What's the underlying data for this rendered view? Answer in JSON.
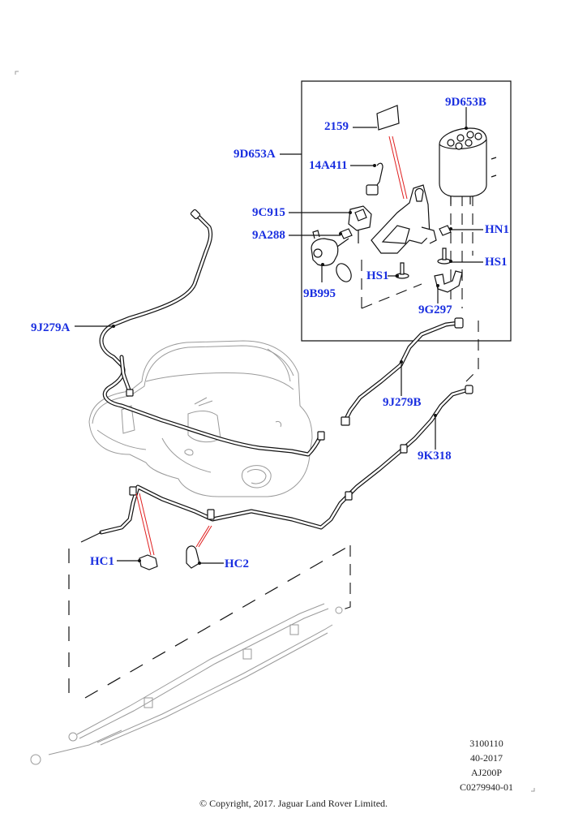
{
  "diagram": {
    "colors": {
      "callout": "#1a2fe0",
      "line": "#111111",
      "ghost": "#9a9a9a",
      "indicator": "#e02020"
    },
    "callouts": {
      "p2159": "2159",
      "p9D653B": "9D653B",
      "p9D653A": "9D653A",
      "p14A411": "14A411",
      "p9C915": "9C915",
      "p9A288": "9A288",
      "pHN1": "HN1",
      "pHS1_right": "HS1",
      "pHS1_left": "HS1",
      "p9B995": "9B995",
      "p9G297": "9G297",
      "p9J279A": "9J279A",
      "p9J279B": "9J279B",
      "p9K318": "9K318",
      "pHC1": "HC1",
      "pHC2": "HC2"
    },
    "reference": {
      "code": "3100110",
      "range": "40-2017",
      "engine": "AJ200P",
      "illustration_id": "C0279940-01"
    },
    "copyright": "© Copyright, 2017. Jaguar Land Rover Limited."
  }
}
